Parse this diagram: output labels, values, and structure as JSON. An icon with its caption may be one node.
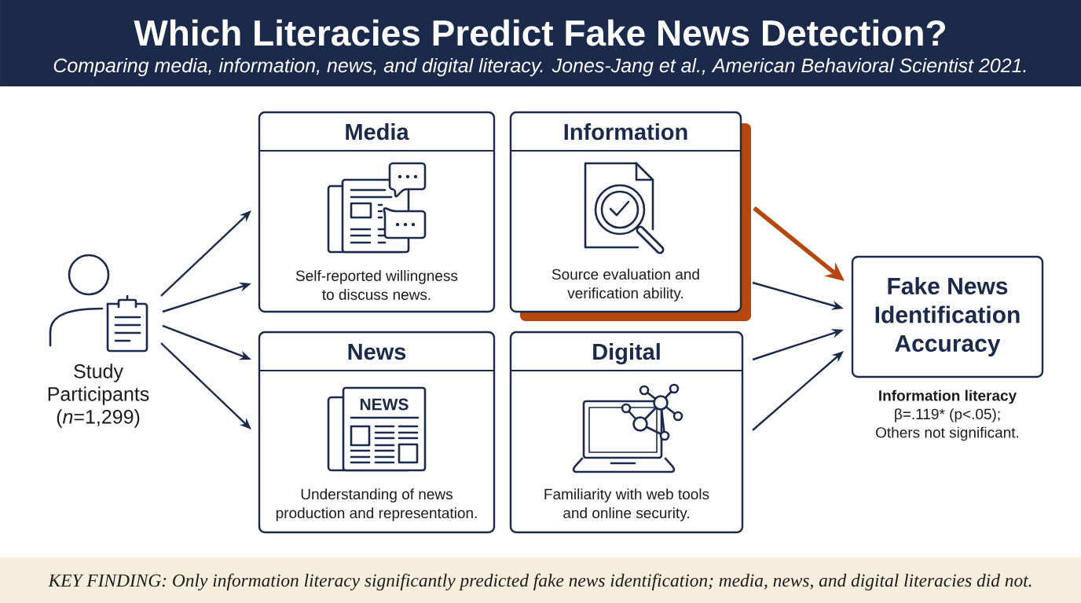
{
  "diagram": {
    "title": "Which Literacies Predict Fake News Detection?",
    "caption": "KEY FINDING: Only information literacy significantly predicted fake news identification; media, news, and digital literacies did not.",
    "nodes": [
      {
        "text": [
          "Study Participants (*n*=1,299)"
        ]
      },
      {
        "text": [
          "Media",
          "Self-reported willingness to discuss news."
        ]
      },
      {
        "text": [
          "Information",
          "Source evaluation and verification ability."
        ]
      },
      {
        "text": [
          "News",
          "Understanding of news production and representation."
        ]
      },
      {
        "text": [
          "Digital",
          "Familiarity with web tools and online security."
        ]
      },
      {
        "text": [
          "Fake News Identification Accuracy"
        ],
        "beside": [
          "Information literacy",
          "β=.119* (p<.05); Others not significant."
        ]
      }
    ],
    "edges": [
      {
        "from": 0,
        "to": 1,
        "arrow": "to"
      },
      {
        "from": 0,
        "to": 1,
        "arrow": "to"
      },
      {
        "from": 0,
        "to": 3,
        "arrow": "to"
      },
      {
        "from": 0,
        "to": 3,
        "arrow": "to"
      },
      {
        "from": 2,
        "to": 5,
        "arrow": "to",
        "style": "thick",
        "color": "#b5470f"
      },
      {
        "from": 2,
        "to": 5,
        "arrow": "to"
      },
      {
        "from": 4,
        "to": 5,
        "arrow": "to"
      },
      {
        "from": 4,
        "to": 5,
        "arrow": "to"
      }
    ],
    "labels": [
      "*Comparing media, information, news, and digital literacy.* Jones-Jang et al., *American Behavioral Scientist 2021.*",
      "NEWS"
    ]
  }
}
